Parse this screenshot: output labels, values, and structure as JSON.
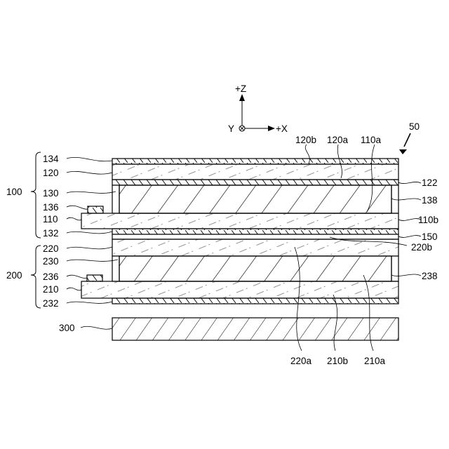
{
  "axes": {
    "z": "+Z",
    "y": "Y",
    "x": "+X"
  },
  "labels": {
    "l50": "50",
    "l100": "100",
    "l200": "200",
    "l134": "134",
    "l120": "120",
    "l130": "130",
    "l136": "136",
    "l110": "110",
    "l132": "132",
    "l220": "220",
    "l230": "230",
    "l236": "236",
    "l210": "210",
    "l232": "232",
    "l300": "300",
    "l120b": "120b",
    "l120a": "120a",
    "l110a": "110a",
    "l122": "122",
    "l138": "138",
    "l110b": "110b",
    "l150": "150",
    "l220b": "220b",
    "l238": "238",
    "l220a": "220a",
    "l210b": "210b",
    "l210a": "210a"
  }
}
